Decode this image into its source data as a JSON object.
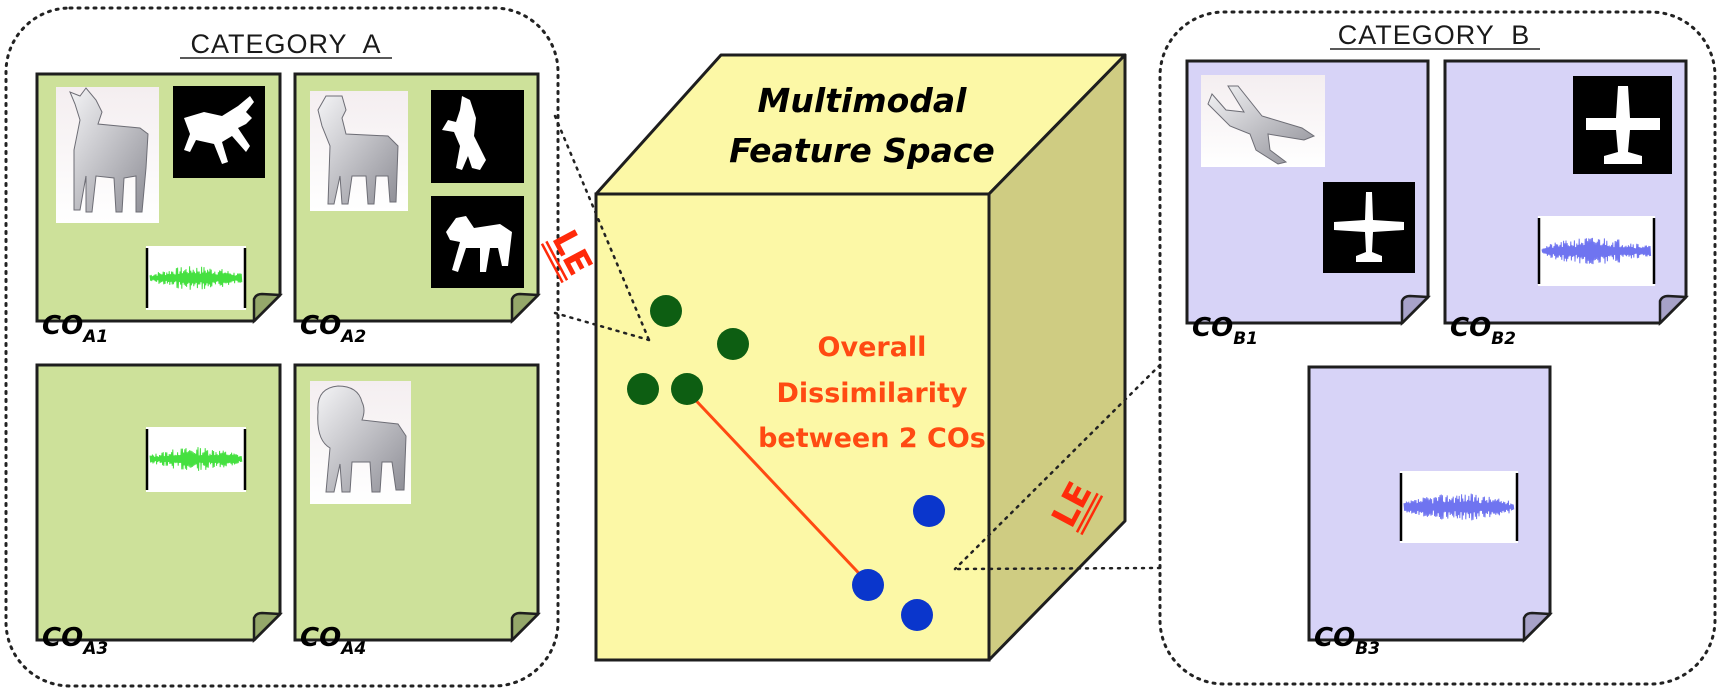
{
  "category_a": {
    "title": "CATEGORY  A",
    "objects": [
      {
        "label": "CO",
        "sub": "A1"
      },
      {
        "label": "CO",
        "sub": "A2"
      },
      {
        "label": "CO",
        "sub": "A3"
      },
      {
        "label": "CO",
        "sub": "A4"
      }
    ]
  },
  "category_b": {
    "title": "CATEGORY  B",
    "objects": [
      {
        "label": "CO",
        "sub": "B1"
      },
      {
        "label": "CO",
        "sub": "B2"
      },
      {
        "label": "CO",
        "sub": "B3"
      }
    ]
  },
  "feature_space": {
    "title_line1": "Multimodal",
    "title_line2": "Feature Space",
    "dissimilarity_line1": "Overall",
    "dissimilarity_line2": "Dissimilarity",
    "dissimilarity_line3": "between 2 COs"
  },
  "le_label_left": "LE",
  "le_label_right": "LE",
  "colors": {
    "category_a_card": "#cde19a",
    "category_b_card": "#d7d3f7",
    "cube_front": "#fcf8a6",
    "cube_top": "#fcf8a6",
    "cube_side": "#cfcc82",
    "green_dot": "#0d5e12",
    "blue_dot": "#0a36cc",
    "dissimilarity": "#ff4a12",
    "waveform_green": "#45e040",
    "waveform_blue": "#6f74f0"
  },
  "icons": [
    "dog-3d-model-icon",
    "dog-silhouette-icon",
    "lion-3d-model-icon",
    "airplane-3d-model-icon",
    "airplane-silhouette-icon",
    "audio-waveform-icon"
  ]
}
